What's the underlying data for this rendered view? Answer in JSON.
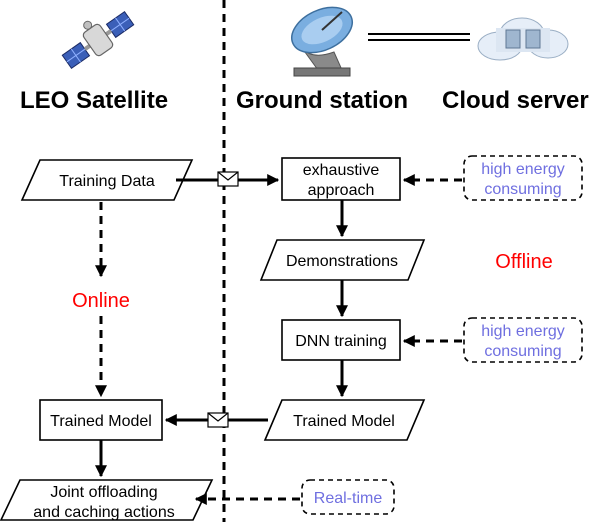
{
  "headers": {
    "leo": "LEO Satellite",
    "ground": "Ground station",
    "cloud": "Cloud server"
  },
  "nodes": {
    "training_data": "Training Data",
    "exhaustive_1": "exhaustive",
    "exhaustive_2": "approach",
    "demonstrations": "Demonstrations",
    "dnn_training": "DNN training",
    "trained_model_ground": "Trained Model",
    "trained_model_sat": "Trained Model",
    "joint_1": "Joint offloading",
    "joint_2": "and caching actions"
  },
  "notes": {
    "high_energy_1a": "high energy",
    "high_energy_1b": "consuming",
    "high_energy_2a": "high energy",
    "high_energy_2b": "consuming",
    "realtime": "Real-time"
  },
  "modes": {
    "online": "Online",
    "offline": "Offline"
  },
  "icons": {
    "satellite": "satellite-icon",
    "dish": "satellite-dish-icon",
    "cloud": "cloud-server-icon",
    "message": "envelope-icon"
  },
  "colors": {
    "blue_note": "#6f6fe0",
    "mode_label": "#ff0000"
  }
}
